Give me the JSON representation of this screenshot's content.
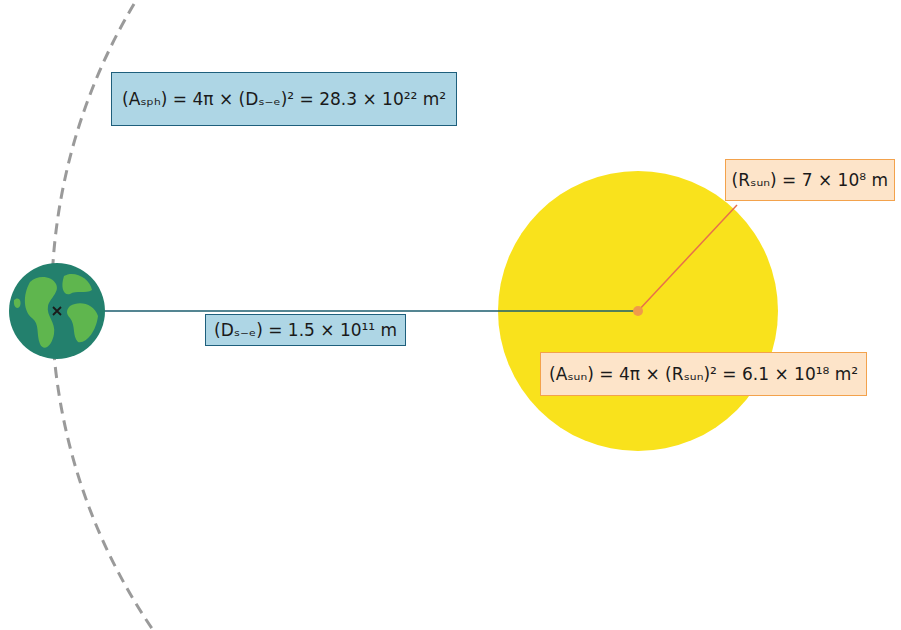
{
  "diagram": {
    "nodes": [
      {
        "text": [
          "(Aₛₚₕ) = 4π × (Dₛ₋ₑ)² = 28.3 × 10²² m²"
        ]
      },
      {
        "text": [
          "(Rₛᵤₙ) = 7 × 10⁸ m"
        ]
      },
      {
        "text": [
          "(Dₛ₋ₑ) = 1.5 × 10¹¹ m"
        ]
      },
      {
        "text": [
          "(Aₛᵤₙ) = 4π × (Rₛᵤₙ)² = 6.1 × 10¹⁸ m²"
        ]
      }
    ]
  }
}
